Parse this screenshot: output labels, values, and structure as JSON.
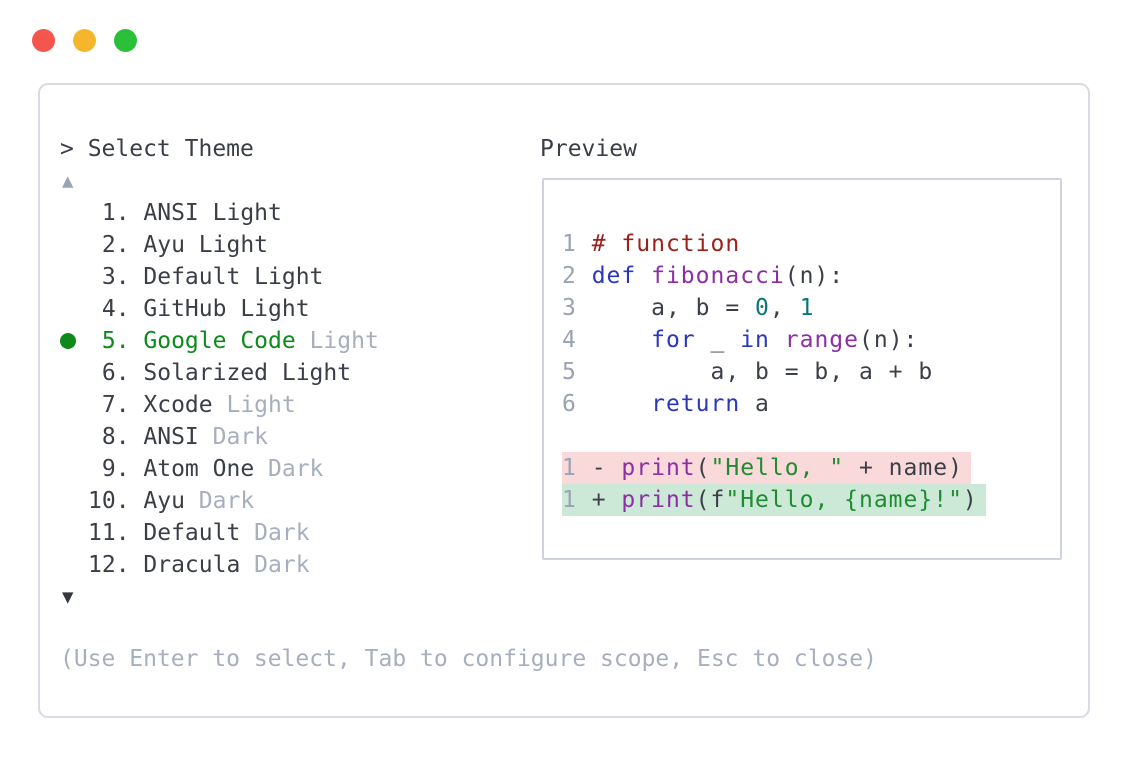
{
  "window": {
    "traffic_lights": [
      {
        "name": "close",
        "color": "#f4564e"
      },
      {
        "name": "minimize",
        "color": "#f6b62c"
      },
      {
        "name": "zoom",
        "color": "#2bc03a"
      }
    ]
  },
  "selector": {
    "prompt": "> Select Theme",
    "scroll_up_icon": "▲",
    "scroll_down_icon": "▼",
    "items": [
      {
        "number": " 1.",
        "name": "ANSI Light",
        "muted": "",
        "selected": false
      },
      {
        "number": " 2.",
        "name": "Ayu Light",
        "muted": "",
        "selected": false
      },
      {
        "number": " 3.",
        "name": "Default Light",
        "muted": "",
        "selected": false
      },
      {
        "number": " 4.",
        "name": "GitHub Light",
        "muted": "",
        "selected": false
      },
      {
        "number": " 5.",
        "name": "Google Code",
        "muted": "Light",
        "selected": true
      },
      {
        "number": " 6.",
        "name": "Solarized Light",
        "muted": "",
        "selected": false
      },
      {
        "number": " 7.",
        "name": "Xcode",
        "muted": "Light",
        "selected": false
      },
      {
        "number": " 8.",
        "name": "ANSI",
        "muted": "Dark",
        "selected": false
      },
      {
        "number": " 9.",
        "name": "Atom One",
        "muted": "Dark",
        "selected": false
      },
      {
        "number": "10.",
        "name": "Ayu",
        "muted": "Dark",
        "selected": false
      },
      {
        "number": "11.",
        "name": "Default",
        "muted": "Dark",
        "selected": false
      },
      {
        "number": "12.",
        "name": "Dracula",
        "muted": "Dark",
        "selected": false
      }
    ],
    "help": "(Use Enter to select, Tab to configure scope, Esc to close)"
  },
  "preview": {
    "label": "Preview",
    "code_lines": [
      {
        "num": "1",
        "segments": [
          [
            "# function",
            "comment"
          ]
        ]
      },
      {
        "num": "2",
        "segments": [
          [
            "def",
            "keyword"
          ],
          [
            " ",
            "plain"
          ],
          [
            "fibonacci",
            "func"
          ],
          [
            "(n):",
            "plain"
          ]
        ]
      },
      {
        "num": "3",
        "segments": [
          [
            "    a, b = ",
            "plain"
          ],
          [
            "0",
            "number"
          ],
          [
            ", ",
            "plain"
          ],
          [
            "1",
            "number"
          ]
        ]
      },
      {
        "num": "4",
        "segments": [
          [
            "    ",
            "plain"
          ],
          [
            "for",
            "keyword"
          ],
          [
            " _ ",
            "plain"
          ],
          [
            "in",
            "keyword"
          ],
          [
            " ",
            "plain"
          ],
          [
            "range",
            "func"
          ],
          [
            "(n):",
            "plain"
          ]
        ]
      },
      {
        "num": "5",
        "segments": [
          [
            "        a, b = b, a + b",
            "plain"
          ]
        ]
      },
      {
        "num": "6",
        "segments": [
          [
            "    ",
            "plain"
          ],
          [
            "return",
            "keyword"
          ],
          [
            " a",
            "plain"
          ]
        ]
      },
      {
        "num": "",
        "segments": []
      },
      {
        "num": "1",
        "diff": "removed",
        "sign": "-",
        "segments": [
          [
            "print",
            "func"
          ],
          [
            "(",
            "plain"
          ],
          [
            "\"Hello, \"",
            "string"
          ],
          [
            " + name)",
            "plain"
          ]
        ]
      },
      {
        "num": "1",
        "diff": "added",
        "sign": "+",
        "segments": [
          [
            "print",
            "func"
          ],
          [
            "(f",
            "plain"
          ],
          [
            "\"Hello, {name}!\"",
            "string"
          ],
          [
            ")",
            "plain"
          ]
        ]
      }
    ]
  },
  "colors": {
    "accent_green": "#0e8a1d",
    "muted_text": "#a7aebd",
    "dark_text": "#3a3e46",
    "line_number": "#99a3b3",
    "syntax_comment": "#9b211a",
    "syntax_keyword": "#2936bd",
    "syntax_function": "#8c2fa6",
    "syntax_number": "#0c7577",
    "syntax_string": "#1f8c31",
    "diff_removed_bg": "#f9d9da",
    "diff_added_bg": "#cbe9d6",
    "traffic_red": "#f4564e",
    "traffic_yellow": "#f6b62c",
    "traffic_green": "#2bc03a"
  }
}
